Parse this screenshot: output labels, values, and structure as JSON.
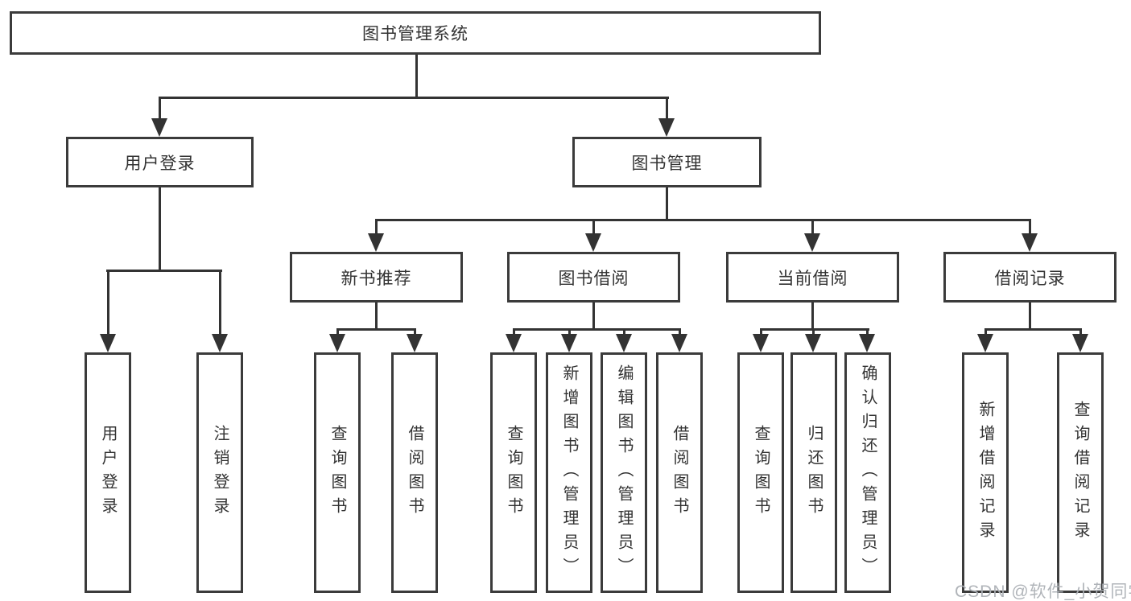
{
  "diagram_type": "hierarchy-tree",
  "tree": {
    "label": "图书管理系统",
    "children": [
      {
        "label": "用户登录",
        "children": [
          {
            "label": "用户登录"
          },
          {
            "label": "注销登录"
          }
        ]
      },
      {
        "label": "图书管理",
        "children": [
          {
            "label": "新书推荐",
            "children": [
              {
                "label": "查询图书"
              },
              {
                "label": "借阅图书"
              }
            ]
          },
          {
            "label": "图书借阅",
            "children": [
              {
                "label": "查询图书"
              },
              {
                "label": "新增图书（管理员）"
              },
              {
                "label": "编辑图书（管理员）"
              },
              {
                "label": "借阅图书"
              }
            ]
          },
          {
            "label": "当前借阅",
            "children": [
              {
                "label": "查询图书"
              },
              {
                "label": "归还图书"
              },
              {
                "label": "确认归还（管理员）"
              }
            ]
          },
          {
            "label": "借阅记录",
            "children": [
              {
                "label": "新增借阅记录"
              },
              {
                "label": "查询借阅记录"
              }
            ]
          }
        ]
      }
    ]
  },
  "watermark": {
    "text": "CSDN @软件_小贺同学"
  },
  "colors": {
    "background": "#ffffff",
    "border": "#3b3b3b",
    "line": "#333333",
    "text": "#333333",
    "watermark": "#acb0b5"
  }
}
